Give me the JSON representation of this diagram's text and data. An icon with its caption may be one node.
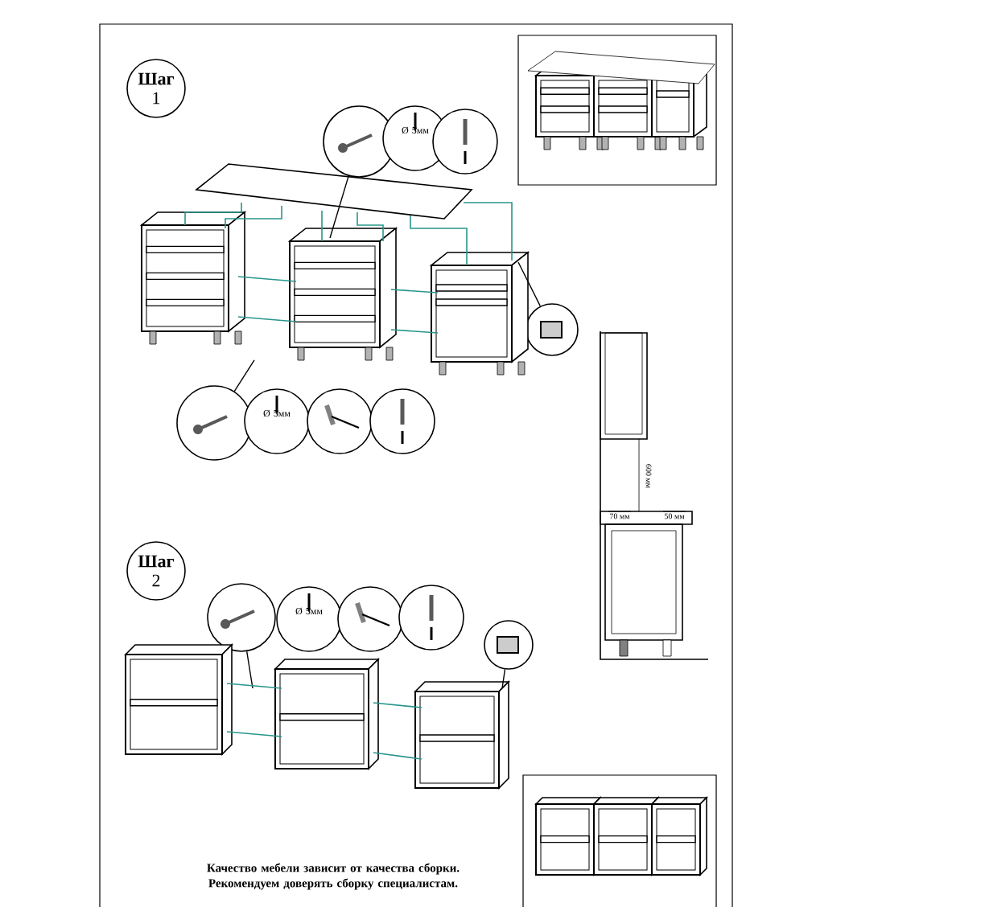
{
  "diagram": {
    "nodes": [
      {
        "text": [
          "**Шаг** 1"
        ]
      },
      {
        "text": [],
        "shape": "circle"
      },
      {
        "text": [
          "Ø 5мм"
        ]
      },
      {
        "text": [],
        "shape": "circle"
      },
      {
        "text": [],
        "shape": "circle"
      },
      {
        "text": [],
        "shape": "circle"
      },
      {
        "text": [
          "Ø 5мм"
        ]
      },
      {
        "text": [],
        "shape": "circle"
      },
      {
        "text": [],
        "shape": "circle"
      },
      {
        "text": [
          "**Шаг** 2"
        ]
      },
      {
        "text": [],
        "shape": "circle"
      },
      {
        "text": [
          "Ø 5мм"
        ]
      },
      {
        "text": [],
        "shape": "circle"
      },
      {
        "text": [],
        "shape": "circle"
      },
      {
        "text": [],
        "shape": "circle"
      },
      {
        "text": [],
        "shape": "picture"
      },
      {
        "text": [],
        "shape": "picture"
      },
      {
        "text": [],
        "shape": "picture"
      },
      {
        "text": [],
        "shape": "picture"
      },
      {
        "text": [],
        "shape": "picture"
      },
      {
        "text": [],
        "shape": "picture"
      },
      {
        "text": [],
        "shape": "picture"
      }
    ],
    "edges": [
      {
        "from": 1,
        "to": 17,
        "arrow": "none",
        "color": "#000000"
      },
      {
        "from": 4,
        "to": 18,
        "arrow": "none",
        "color": "#000000"
      },
      {
        "from": 5,
        "to": null,
        "arrow": "none",
        "color": "#000000"
      },
      {
        "from": 10,
        "to": null,
        "arrow": "none",
        "color": "#000000"
      },
      {
        "from": 14,
        "to": 21,
        "arrow": "none",
        "color": "#000000"
      },
      {
        "from": 15,
        "to": 16,
        "arrow": "none",
        "color": "#28968c"
      },
      {
        "from": 15,
        "to": 16,
        "arrow": "none",
        "color": "#28968c"
      },
      {
        "from": 15,
        "to": 17,
        "arrow": "none",
        "color": "#28968c"
      },
      {
        "from": 15,
        "to": 17,
        "arrow": "none",
        "color": "#28968c"
      },
      {
        "from": 15,
        "to": 18,
        "arrow": "none",
        "color": "#28968c"
      },
      {
        "from": 15,
        "to": 18,
        "arrow": "none",
        "color": "#28968c"
      },
      {
        "from": 16,
        "to": 17,
        "arrow": "none",
        "color": "#28968c"
      },
      {
        "from": 16,
        "to": 17,
        "arrow": "none",
        "color": "#28968c"
      },
      {
        "from": 17,
        "to": 18,
        "arrow": "none",
        "color": "#28968c"
      },
      {
        "from": 17,
        "to": 18,
        "arrow": "none",
        "color": "#28968c"
      },
      {
        "from": 19,
        "to": 20,
        "arrow": "none",
        "color": "#28968c"
      },
      {
        "from": 19,
        "to": 20,
        "arrow": "none",
        "color": "#28968c"
      },
      {
        "from": 20,
        "to": 21,
        "arrow": "none",
        "color": "#28968c"
      },
      {
        "from": 20,
        "to": 21,
        "arrow": "none",
        "color": "#28968c"
      }
    ],
    "labels": [
      "600 мм",
      "70 мм",
      "50 мм",
      "Качество мебели зависит от качества сборки. Рекомендуем доверять сборку специалистам."
    ]
  }
}
